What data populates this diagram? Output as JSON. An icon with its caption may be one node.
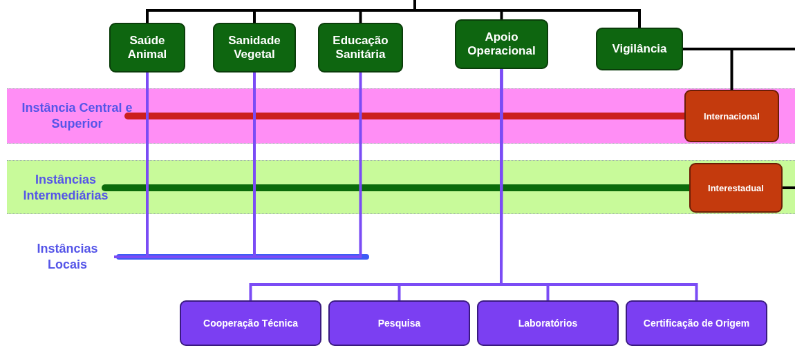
{
  "diagram": {
    "nodes": [
      {
        "text": [
          "Saúde Animal"
        ]
      },
      {
        "text": [
          "Sanidade Vegetal"
        ]
      },
      {
        "text": [
          "Educação Sanitária"
        ]
      },
      {
        "text": [
          "Apoio Operacional"
        ]
      },
      {
        "text": [
          "Vigilância"
        ]
      },
      {
        "text": [
          "Instância Central e Superior"
        ]
      },
      {
        "text": [
          "Internacional"
        ]
      },
      {
        "text": [
          "Instâncias Intermediárias"
        ]
      },
      {
        "text": [
          "Interestadual"
        ]
      },
      {
        "text": [
          "Instâncias Locais"
        ]
      },
      {
        "text": [
          "Cooperação Técnica"
        ]
      },
      {
        "text": [
          "Pesquisa"
        ]
      },
      {
        "text": [
          "Laboratórios"
        ]
      },
      {
        "text": [
          "Certificação de Origem"
        ]
      }
    ],
    "edges": [
      {
        "from": null,
        "to": 0,
        "arrow": "none"
      },
      {
        "from": null,
        "to": 1,
        "arrow": "none"
      },
      {
        "from": null,
        "to": 2,
        "arrow": "none"
      },
      {
        "from": null,
        "to": 3,
        "arrow": "none"
      },
      {
        "from": null,
        "to": 4,
        "arrow": "none"
      },
      {
        "from": 4,
        "to": null,
        "arrow": "none"
      },
      {
        "from": 4,
        "to": 6,
        "arrow": "none"
      },
      {
        "from": 8,
        "to": null,
        "arrow": "none"
      },
      {
        "from": 5,
        "to": 6,
        "arrow": "none",
        "style": "thick",
        "color": "#cc1f1f"
      },
      {
        "from": 7,
        "to": 8,
        "arrow": "none",
        "style": "thick",
        "color": "#0b6b0b"
      },
      {
        "from": 0,
        "to": 9,
        "arrow": "none",
        "color": "#7b4cf5"
      },
      {
        "from": 1,
        "to": 9,
        "arrow": "none",
        "color": "#7b4cf5"
      },
      {
        "from": 2,
        "to": 9,
        "arrow": "none",
        "color": "#7b4cf5"
      },
      {
        "from": 3,
        "to": 10,
        "arrow": "none",
        "color": "#7b4cf5"
      },
      {
        "from": 3,
        "to": 11,
        "arrow": "none",
        "color": "#7b4cf5"
      },
      {
        "from": 3,
        "to": 12,
        "arrow": "none",
        "color": "#7b4cf5"
      },
      {
        "from": 3,
        "to": 13,
        "arrow": "none",
        "color": "#7b4cf5"
      }
    ]
  }
}
